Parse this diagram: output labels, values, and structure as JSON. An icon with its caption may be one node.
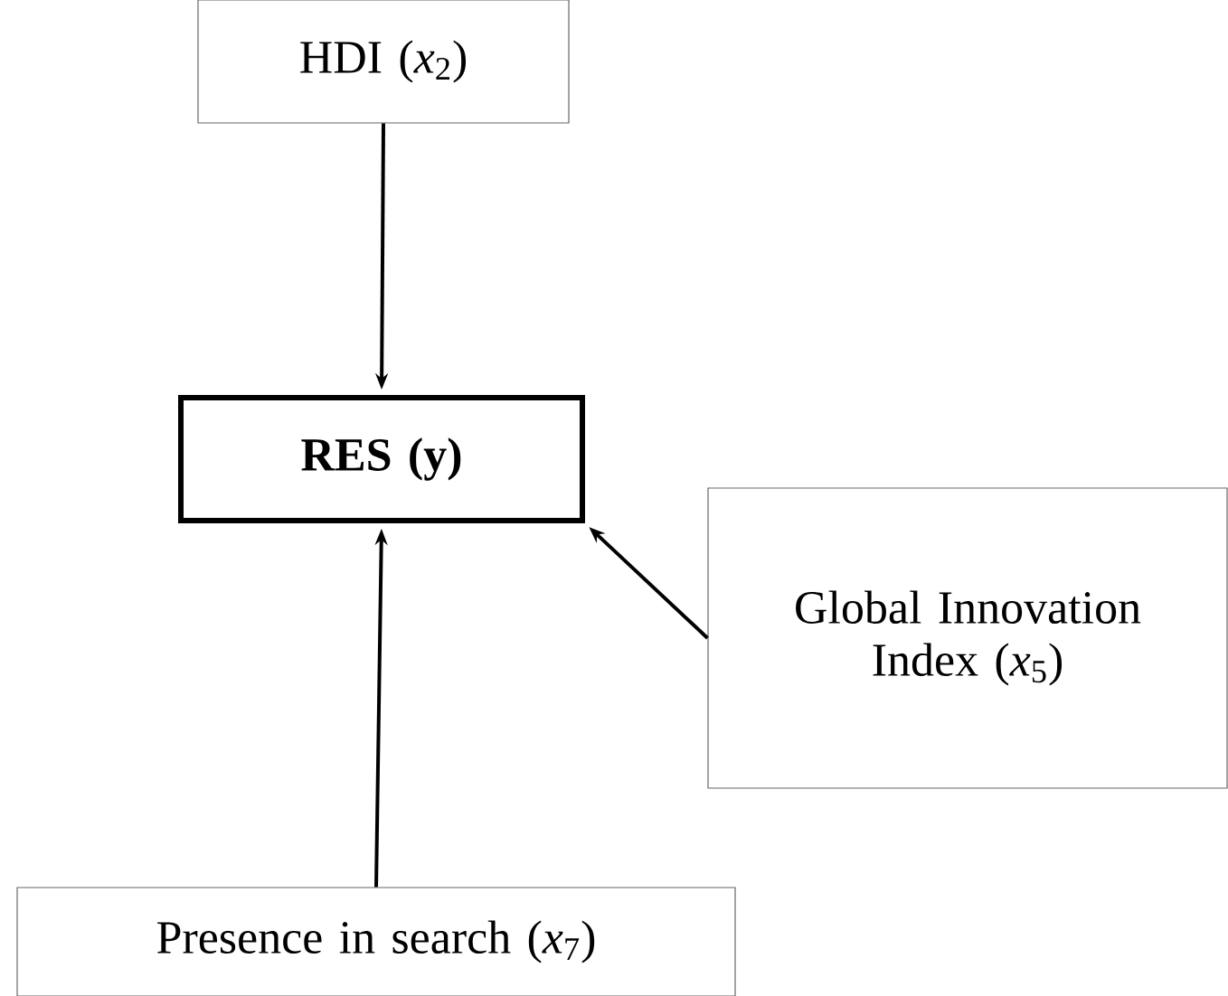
{
  "diagram": {
    "nodes": [
      {
        "text": [
          "HDI (*x*$_{2}$)"
        ]
      },
      {
        "text": [
          "RES (y)"
        ]
      },
      {
        "text": [
          "Global Innovation Index (*x*$_{5}$)"
        ]
      },
      {
        "text": [
          "Presence in search (*x*$_{7}$)"
        ]
      }
    ],
    "edges": [
      {
        "from": 0,
        "to": 1,
        "arrow": "to"
      },
      {
        "from": 2,
        "to": 1,
        "arrow": "to"
      },
      {
        "from": 3,
        "to": 1,
        "arrow": "to"
      }
    ]
  }
}
